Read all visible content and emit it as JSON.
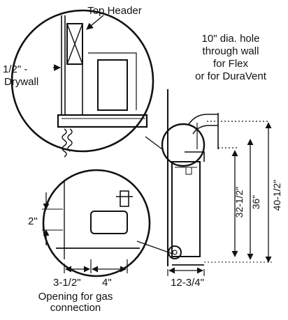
{
  "labels": {
    "top_header": "Top Header",
    "hole_note": [
      "10\" dia. hole",
      "through wall",
      "for Flex",
      "or for DuraVent"
    ],
    "drywall_dim": "1/2\" -",
    "drywall": "Drywall",
    "dim_2": "2\"",
    "dim_3_5": "3-1/2\"",
    "dim_4": "4\"",
    "opening_note": [
      "Opening for gas",
      "connection"
    ],
    "dim_32_5": "32-1/2\"",
    "dim_36": "36\"",
    "dim_40_5": "40-1/2\"",
    "dim_12_75": "12-3/4\""
  },
  "colors": {
    "ink": "#111111",
    "background": "#ffffff"
  }
}
